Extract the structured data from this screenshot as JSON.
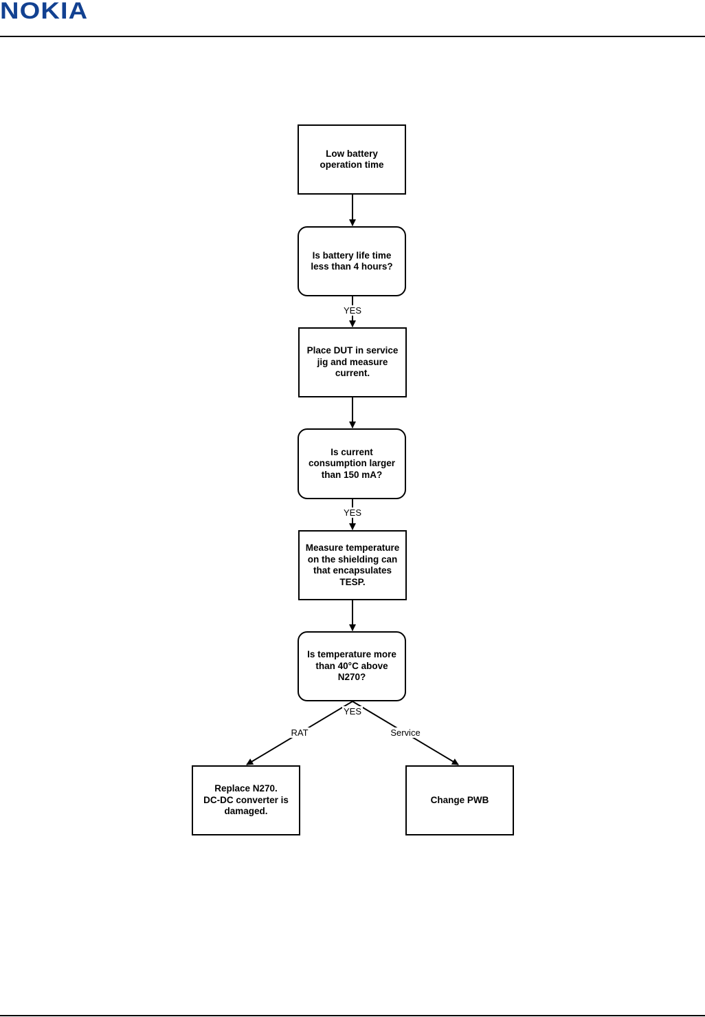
{
  "header": {
    "logo_text": "NOKIA",
    "brand_color": "#124191"
  },
  "flowchart": {
    "nodes": {
      "start": "Low battery\noperation time",
      "q_battery_life": "Is battery life time\nless than 4 hours?",
      "measure_current": "Place DUT in service\njig and measure\ncurrent.",
      "q_current": "Is current\nconsumption larger\nthan 150 mA?",
      "measure_temp": "Measure temperature\non the shielding can\nthat encapsulates\nTESP.",
      "q_temperature": "Is temperature more\nthan 40°C above\nN270?",
      "replace_n270": "Replace N270.\nDC-DC converter is\ndamaged.",
      "change_pwb": "Change PWB"
    },
    "edge_labels": {
      "yes_1": "YES",
      "yes_2": "YES",
      "yes_3": "YES",
      "rat": "RAT",
      "service": "Service"
    }
  }
}
